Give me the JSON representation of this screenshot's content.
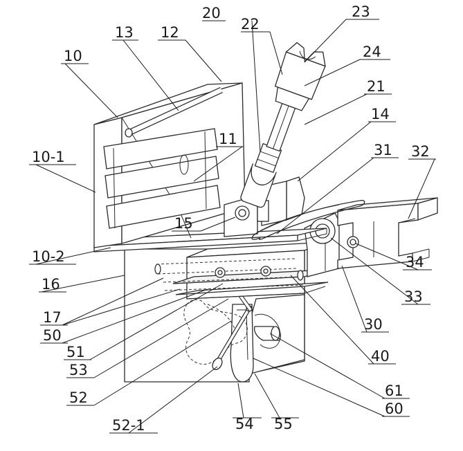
{
  "labels": {
    "l20": "20",
    "l22": "22",
    "l23": "23",
    "l24": "24",
    "l13": "13",
    "l12": "12",
    "l10": "10",
    "l21": "21",
    "l14": "14",
    "l11": "11",
    "l31": "31",
    "l32": "32",
    "l10_1": "10-1",
    "l15": "15",
    "l10_2": "10-2",
    "l34": "34",
    "l16": "16",
    "l33": "33",
    "l17": "17",
    "l30": "30",
    "l50": "50",
    "l51": "51",
    "l40": "40",
    "l53": "53",
    "l61": "61",
    "l52": "52",
    "l60": "60",
    "l52_1": "52-1",
    "l54": "54",
    "l55": "55"
  }
}
